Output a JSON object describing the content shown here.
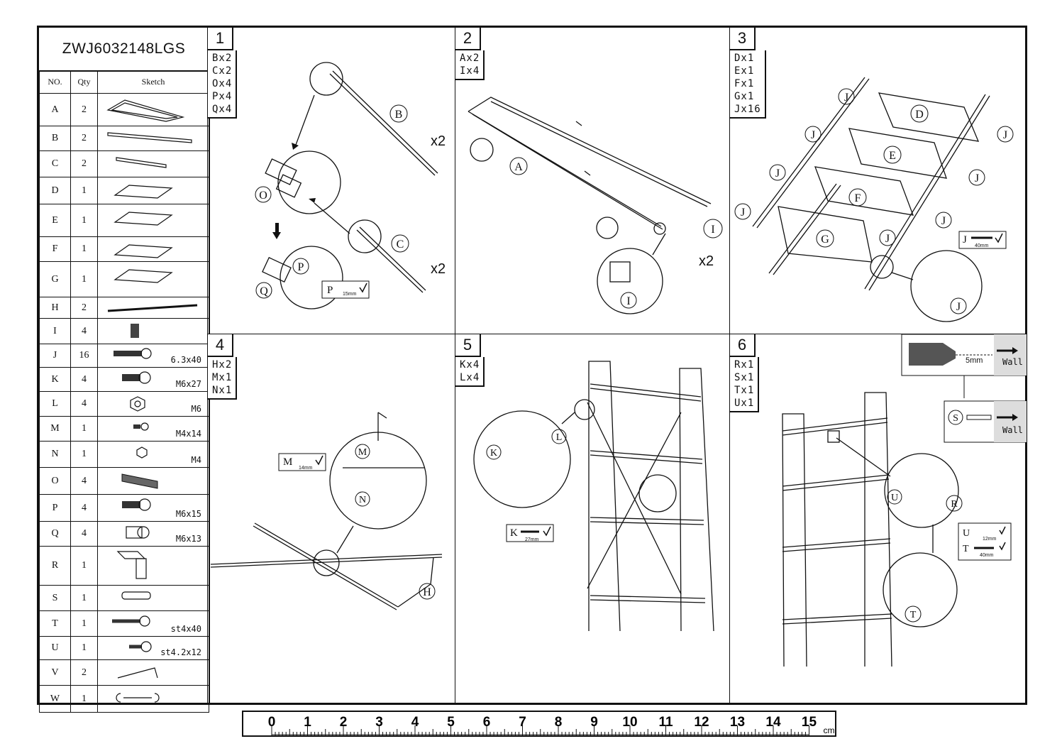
{
  "model": "ZWJ6032148LGS",
  "table_headers": {
    "no": "NO.",
    "qty": "Qty",
    "sketch": "Sketch"
  },
  "parts": [
    {
      "no": "A",
      "qty": "2",
      "spec": "",
      "icon": "frame-icon"
    },
    {
      "no": "B",
      "qty": "2",
      "spec": "",
      "icon": "long-bar-icon"
    },
    {
      "no": "C",
      "qty": "2",
      "spec": "",
      "icon": "short-bar-icon"
    },
    {
      "no": "D",
      "qty": "1",
      "spec": "",
      "icon": "shelf-board-icon"
    },
    {
      "no": "E",
      "qty": "1",
      "spec": "",
      "icon": "shelf-board-icon"
    },
    {
      "no": "F",
      "qty": "1",
      "spec": "",
      "icon": "shelf-board-icon"
    },
    {
      "no": "G",
      "qty": "1",
      "spec": "",
      "icon": "shelf-board-icon"
    },
    {
      "no": "H",
      "qty": "2",
      "spec": "",
      "icon": "cross-bar-icon"
    },
    {
      "no": "I",
      "qty": "4",
      "spec": "",
      "icon": "foot-cap-icon"
    },
    {
      "no": "J",
      "qty": "16",
      "spec": "6.3x40",
      "icon": "wood-screw-icon"
    },
    {
      "no": "K",
      "qty": "4",
      "spec": "M6x27",
      "icon": "bolt-icon"
    },
    {
      "no": "L",
      "qty": "4",
      "spec": "M6",
      "icon": "nut-icon"
    },
    {
      "no": "M",
      "qty": "1",
      "spec": "M4x14",
      "icon": "small-bolt-icon"
    },
    {
      "no": "N",
      "qty": "1",
      "spec": "M4",
      "icon": "small-nut-icon"
    },
    {
      "no": "O",
      "qty": "4",
      "spec": "",
      "icon": "connector-icon"
    },
    {
      "no": "P",
      "qty": "4",
      "spec": "M6x15",
      "icon": "bolt-icon"
    },
    {
      "no": "Q",
      "qty": "4",
      "spec": "M6x13",
      "icon": "barrel-nut-icon"
    },
    {
      "no": "R",
      "qty": "1",
      "spec": "",
      "icon": "bracket-icon"
    },
    {
      "no": "S",
      "qty": "1",
      "spec": "",
      "icon": "wall-anchor-icon"
    },
    {
      "no": "T",
      "qty": "1",
      "spec": "st4x40",
      "icon": "screw-icon"
    },
    {
      "no": "U",
      "qty": "1",
      "spec": "st4.2x12",
      "icon": "short-screw-icon"
    },
    {
      "no": "V",
      "qty": "2",
      "spec": "",
      "icon": "allen-key-icon"
    },
    {
      "no": "W",
      "qty": "1",
      "spec": "",
      "icon": "wrench-icon"
    }
  ],
  "steps": [
    {
      "num": "1",
      "items": [
        "Bx2",
        "Cx2",
        "Ox4",
        "Px4",
        "Qx4"
      ]
    },
    {
      "num": "2",
      "items": [
        "Ax2",
        "Ix4"
      ]
    },
    {
      "num": "3",
      "items": [
        "Dx1",
        "Ex1",
        "Fx1",
        "Gx1",
        "Jx16"
      ]
    },
    {
      "num": "4",
      "items": [
        "Hx2",
        "Mx1",
        "Nx1"
      ]
    },
    {
      "num": "5",
      "items": [
        "Kx4",
        "Lx4"
      ]
    },
    {
      "num": "6",
      "items": [
        "Rx1",
        "Sx1",
        "Tx1",
        "Ux1"
      ]
    }
  ],
  "step1": {
    "label_b": "B",
    "label_c": "C",
    "label_o": "O",
    "label_p": "P",
    "label_q": "Q",
    "mult": "x2",
    "hw_letter": "P",
    "hw_size": "15mm"
  },
  "step2": {
    "label_a": "A",
    "label_i": "I",
    "mult": "x2"
  },
  "step3": {
    "labels": [
      "D",
      "E",
      "F",
      "G"
    ],
    "label_j": "J",
    "hw_letter": "J",
    "hw_size": "40mm"
  },
  "step4": {
    "label_m": "M",
    "label_n": "N",
    "label_h": "H",
    "hw_letter": "M",
    "hw_size": "14mm"
  },
  "step5": {
    "label_k": "K",
    "label_l": "L",
    "hw_letter": "K",
    "hw_size": "27mm"
  },
  "step6": {
    "drill_size": "5mm",
    "wall": "Wall",
    "label_s": "S",
    "label_u": "U",
    "label_r": "R",
    "label_t": "T",
    "u_size": "12mm",
    "t_size": "40mm"
  },
  "ruler": {
    "numbers": [
      "0",
      "1",
      "2",
      "3",
      "4",
      "5",
      "6",
      "7",
      "8",
      "9",
      "10",
      "11",
      "12",
      "13",
      "14",
      "15"
    ],
    "unit": "cm"
  }
}
